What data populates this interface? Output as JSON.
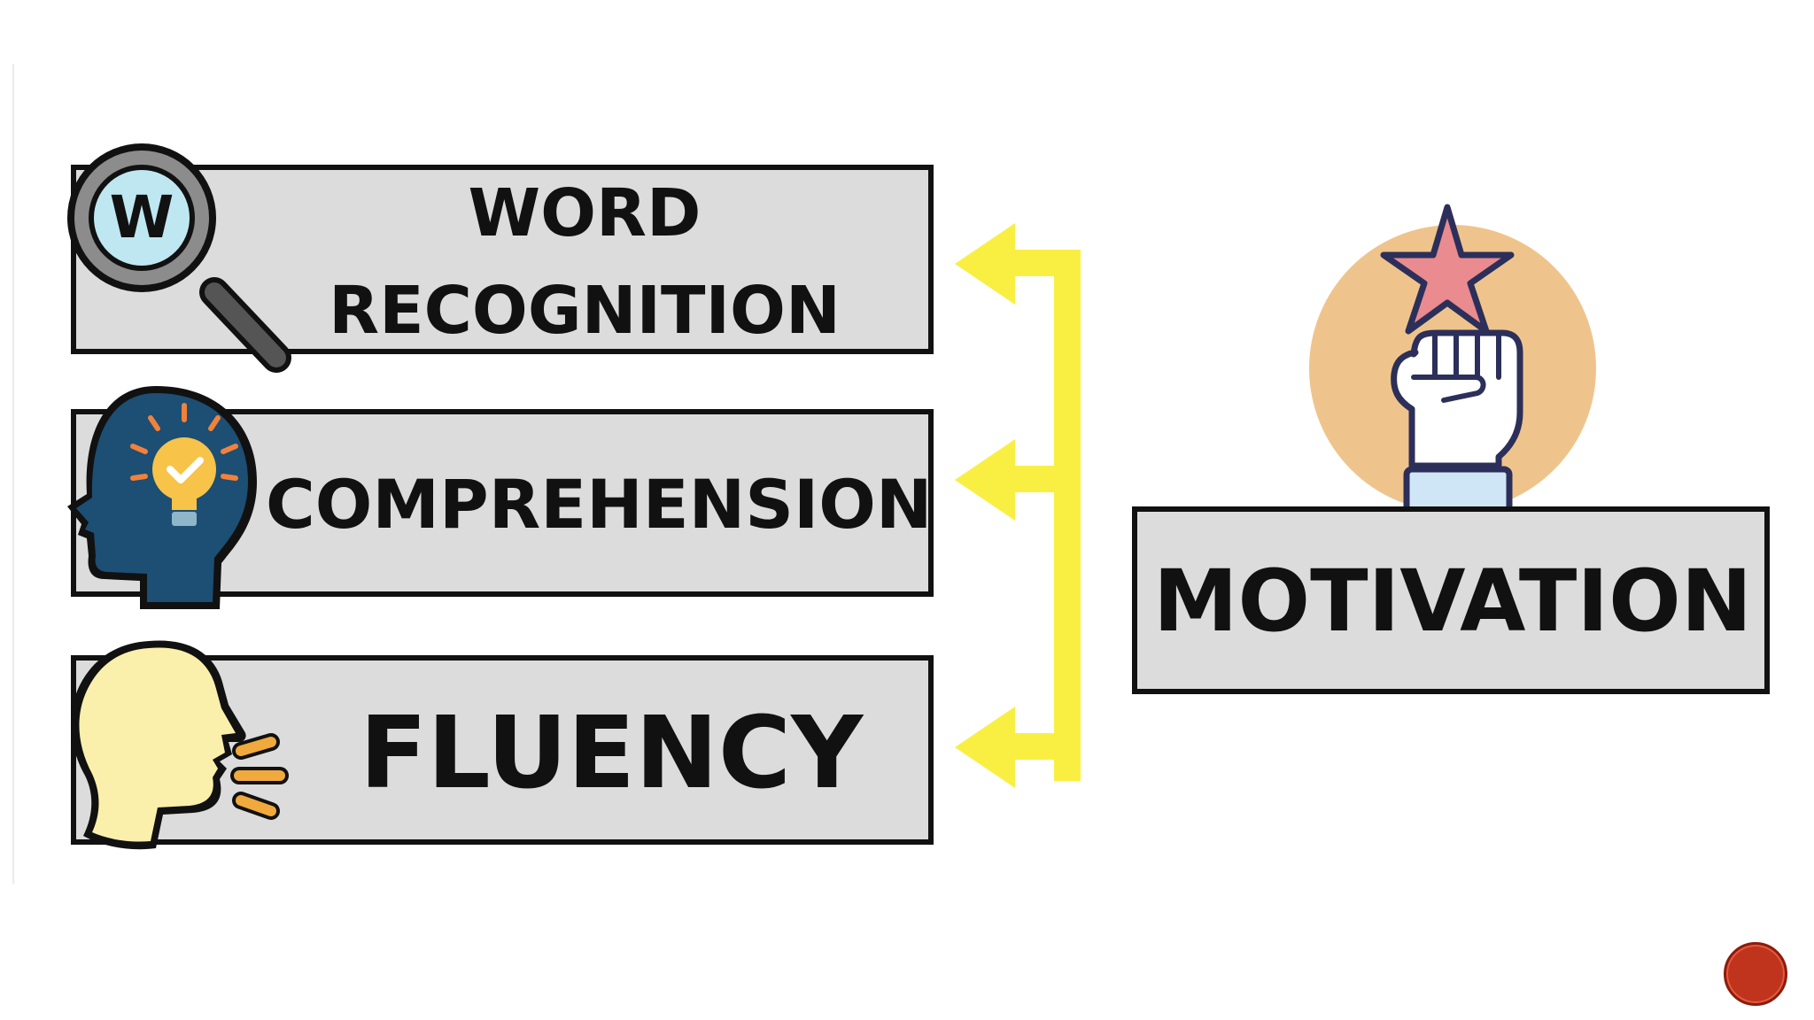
{
  "diagram": {
    "left_items": [
      {
        "line1": "WORD",
        "line2": "RECOGNITION"
      },
      {
        "label": "COMPREHENSION"
      },
      {
        "label": "FLUENCY"
      }
    ],
    "right_item": {
      "label": "MOTIVATION"
    },
    "icons": [
      "magnifying-glass-w-icon",
      "head-lightbulb-icon",
      "speaking-head-icon",
      "raised-fist-star-icon",
      "bracket-arrows-icon"
    ],
    "colors": {
      "box_fill": "#dcdcdc",
      "box_border": "#111111",
      "arrow": "#f9ef43",
      "motivation_circle": "#efc48c",
      "star": "#e98b8f",
      "head_dark": "#1d4e73",
      "bulb": "#f7c348",
      "speaker_face": "#fbefac",
      "speech_lines": "#f0a93c",
      "nav_button": "#c0331d"
    }
  }
}
